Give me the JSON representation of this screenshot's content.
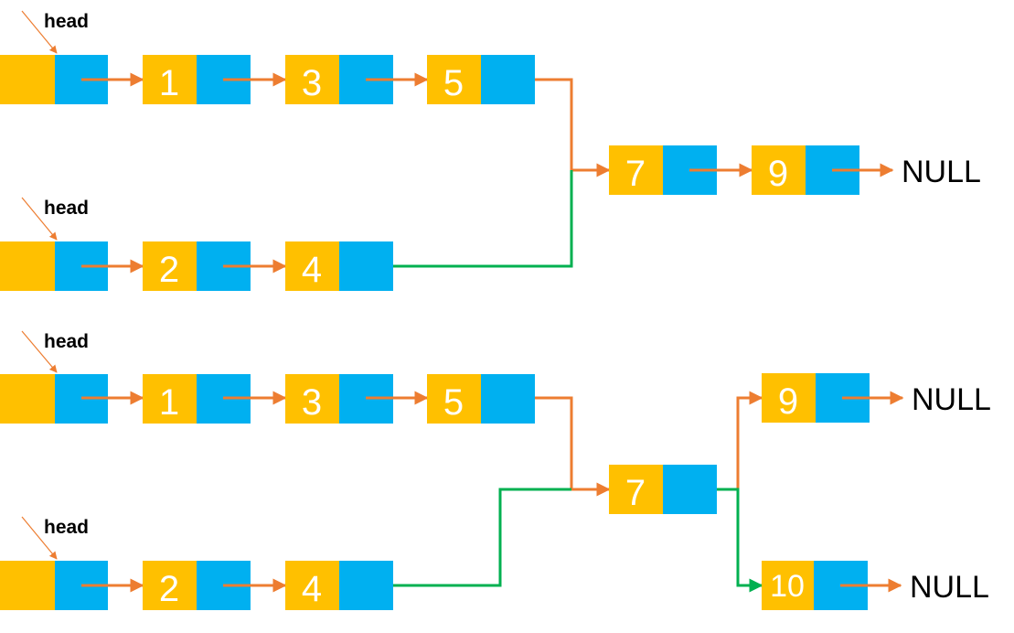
{
  "colors": {
    "data_cell": "#FFC000",
    "pointer_cell": "#00B0F0",
    "orange_link": "#ED7D31",
    "green_link": "#00B050",
    "head_arrow": "#ED7D31",
    "text_dark": "#000000",
    "text_light": "#FFFFFF"
  },
  "labels": {
    "head": "head",
    "null": "NULL"
  },
  "diagram_top": {
    "list_a": {
      "head_label": "head",
      "values": [
        "",
        "1",
        "3",
        "5"
      ]
    },
    "list_b": {
      "head_label": "head",
      "values": [
        "",
        "2",
        "4"
      ]
    },
    "shared": {
      "values": [
        "7",
        "9"
      ],
      "null_label": "NULL"
    }
  },
  "diagram_bottom": {
    "list_a": {
      "head_label": "head",
      "values": [
        "",
        "1",
        "3",
        "5"
      ]
    },
    "list_b": {
      "head_label": "head",
      "values": [
        "",
        "2",
        "4"
      ]
    },
    "merge": {
      "values": [
        "7"
      ]
    },
    "branch_upper": {
      "values": [
        "9"
      ],
      "null_label": "NULL"
    },
    "branch_lower": {
      "values": [
        "10"
      ],
      "null_label": "NULL"
    }
  }
}
